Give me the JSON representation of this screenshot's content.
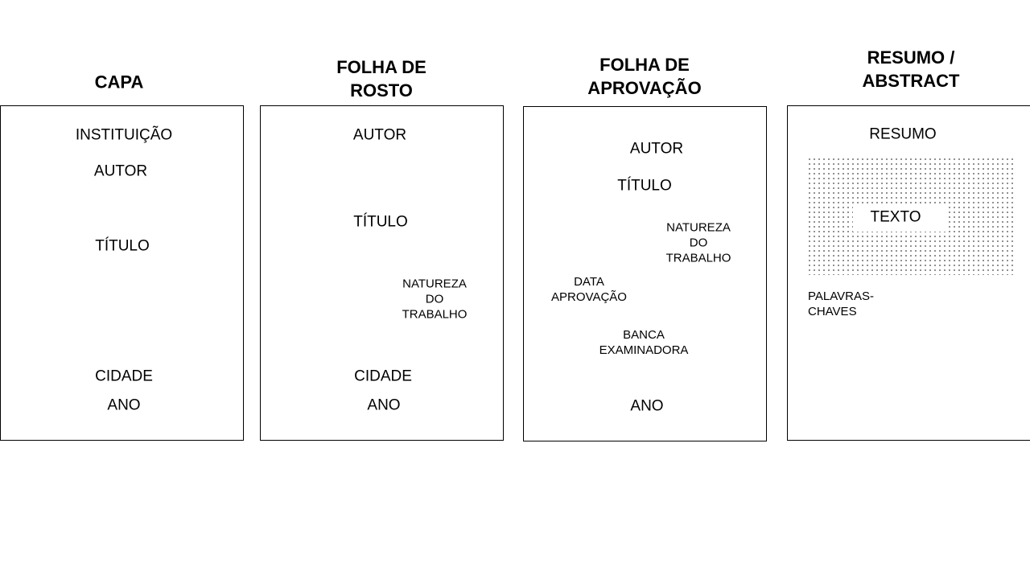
{
  "columns": [
    {
      "heading": "CAPA",
      "items": {
        "instituicao": "INSTITUIÇÃO",
        "autor": "AUTOR",
        "titulo": "TÍTULO",
        "cidade": "CIDADE",
        "ano": "ANO"
      }
    },
    {
      "heading": "FOLHA DE\nROSTO",
      "items": {
        "autor": "AUTOR",
        "titulo": "TÍTULO",
        "natureza": "NATUREZA\nDO\nTRABALHO",
        "cidade": "CIDADE",
        "ano": "ANO"
      }
    },
    {
      "heading": "FOLHA DE\nAPROVAÇÃO",
      "items": {
        "autor": "AUTOR",
        "titulo": "TÍTULO",
        "natureza": "NATUREZA\nDO\nTRABALHO",
        "data": "DATA\nAPROVAÇÃO",
        "banca": "BANCA\nEXAMINADORA",
        "ano": "ANO"
      }
    },
    {
      "heading": "RESUMO /\nABSTRACT",
      "items": {
        "resumo": "RESUMO",
        "texto": "TEXTO",
        "palavras": "PALAVRAS-\nCHAVES"
      }
    }
  ]
}
